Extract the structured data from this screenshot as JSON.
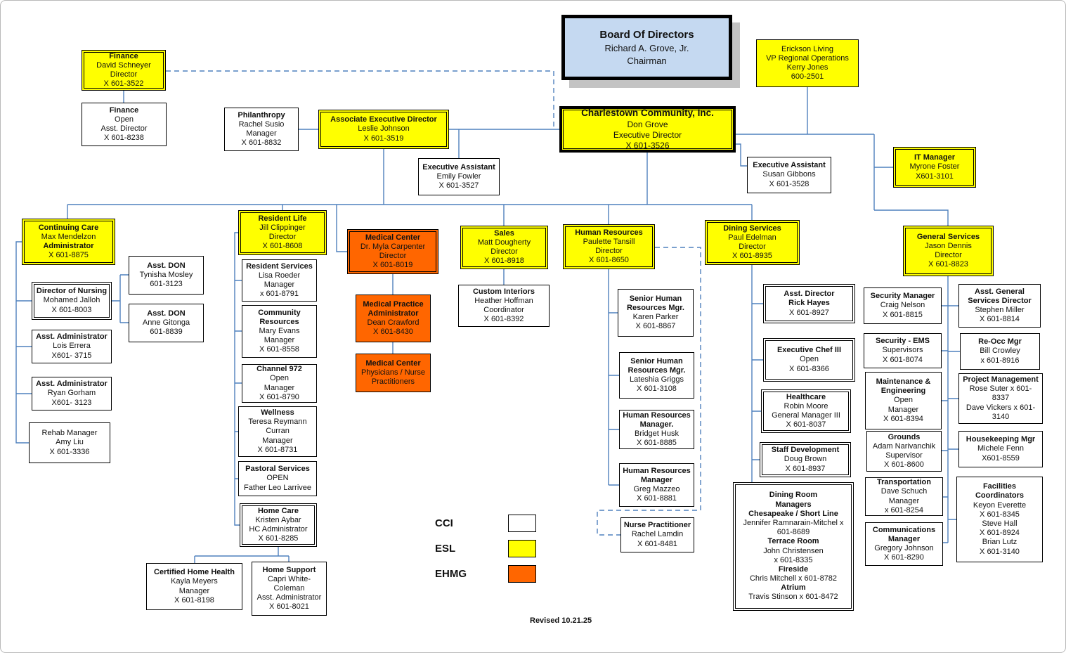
{
  "colors": {
    "cci": "#FFFFFF",
    "esl": "#FFFF00",
    "ehmg": "#FF6600",
    "board_fill": "#C5D9F1",
    "connector": "#4F81BD"
  },
  "legend": {
    "items": [
      {
        "label": "CCI",
        "color": "#FFFFFF"
      },
      {
        "label": "ESL",
        "color": "#FFFF00"
      },
      {
        "label": "EHMG",
        "color": "#FF6600"
      }
    ]
  },
  "footer": {
    "revised": "Revised 10.21.25"
  },
  "boxes": {
    "board": {
      "l": [
        "Board Of Directors",
        "Richard A. Grove, Jr.",
        "Chairman"
      ]
    },
    "erickson": {
      "l": [
        "Erickson Living",
        "VP Regional Operations",
        "Kerry Jones",
        "600-2501"
      ]
    },
    "finance_dir": {
      "l": [
        "Finance",
        "David Schneyer",
        "Director",
        "X 601-3522"
      ]
    },
    "finance_asst": {
      "l": [
        "Finance",
        "Open",
        "Asst. Director",
        "X 601-8238"
      ]
    },
    "philanthropy": {
      "l": [
        "Philanthropy",
        "Rachel Susio",
        "Manager",
        "X 601-8832"
      ]
    },
    "assoc_exec": {
      "l": [
        "Associate Executive Director",
        "Leslie Johnson",
        "X 601-3519"
      ]
    },
    "ea_fowler": {
      "l": [
        "Executive Assistant",
        "Emily Fowler",
        "X 601-3527"
      ]
    },
    "charlestown": {
      "l": [
        "Charlestown Community, Inc.",
        "Don Grove",
        "Executive Director",
        "X 601-3526"
      ]
    },
    "ea_gibbons": {
      "l": [
        "Executive Assistant",
        "Susan Gibbons",
        "X 601-3528"
      ]
    },
    "it_mgr": {
      "l": [
        "IT Manager",
        "Myrone Foster",
        "X601-3101"
      ]
    },
    "continuing_care": {
      "l": [
        "Continuing Care",
        "Max Mendelzon",
        "Administrator",
        "X 601-8875"
      ]
    },
    "don": {
      "l": [
        "Director of Nursing",
        "Mohamed Jalloh",
        "X 601-8003"
      ]
    },
    "asst_don1": {
      "l": [
        "Asst. DON",
        "Tynisha Mosley",
        "601-3123"
      ]
    },
    "asst_don2": {
      "l": [
        "Asst. DON",
        "Anne Gitonga",
        "601-8839"
      ]
    },
    "asst_admin1": {
      "l": [
        "Asst. Administrator",
        "Lois Errera",
        "X601- 3715"
      ]
    },
    "asst_admin2": {
      "l": [
        "Asst. Administrator",
        "Ryan Gorham",
        "X601- 3123"
      ]
    },
    "rehab": {
      "l": [
        "Rehab Manager",
        "Amy Liu",
        "X 601-3336"
      ]
    },
    "resident_life": {
      "l": [
        "Resident Life",
        "Jill Clippinger",
        "Director",
        "X 601-8608"
      ]
    },
    "resident_services": {
      "l": [
        "Resident Services",
        "Lisa Roeder",
        "Manager",
        "x 601-8791"
      ]
    },
    "community_resources": {
      "l": [
        "Community",
        "Resources",
        "Mary Evans",
        "Manager",
        "X 601-8558"
      ]
    },
    "channel972": {
      "l": [
        "Channel 972",
        "Open",
        "Manager",
        "X 601-8790"
      ]
    },
    "wellness": {
      "l": [
        "Wellness",
        "Teresa Reymann",
        "Curran",
        "Manager",
        "X 601-8731"
      ]
    },
    "pastoral": {
      "l": [
        "Pastoral Services",
        "OPEN",
        "Father Leo Larrivee"
      ]
    },
    "home_care": {
      "l": [
        "Home Care",
        "Kristen Aybar",
        "HC Administrator",
        "X 601-8285"
      ]
    },
    "chh": {
      "l": [
        "Certified Home Health",
        "Kayla Meyers",
        "Manager",
        "X 601-8198"
      ]
    },
    "home_support": {
      "l": [
        "Home Support",
        "Capri White-",
        "Coleman",
        "Asst. Administrator",
        "X 601-8021"
      ]
    },
    "medical_center": {
      "l": [
        "Medical Center",
        "Dr. Myla Carpenter",
        "Director",
        "X 601-8019"
      ]
    },
    "med_practice": {
      "l": [
        "Medical Practice",
        "Administrator",
        "Dean Crawford",
        "X 601-8430"
      ]
    },
    "med_phys": {
      "l": [
        "Medical Center",
        "Physicians / Nurse",
        "Practitioners"
      ]
    },
    "sales": {
      "l": [
        "Sales",
        "Matt Dougherty",
        "Director",
        "X 601-8918"
      ]
    },
    "custom_interiors": {
      "l": [
        "Custom Interiors",
        "Heather Hoffman",
        "Coordinator",
        "X 601-8392"
      ]
    },
    "hr": {
      "l": [
        "Human Resources",
        "Paulette Tansill",
        "Director",
        "X 601-8650"
      ]
    },
    "sr_hr1": {
      "l": [
        "Senior Human",
        "Resources Mgr.",
        "Karen Parker",
        "X 601-8867"
      ]
    },
    "sr_hr2": {
      "l": [
        "Senior Human",
        "Resources Mgr.",
        "Lateshia Griggs",
        "X 601-3108"
      ]
    },
    "hr_mgr1": {
      "l": [
        "Human Resources",
        "Manager.",
        "Bridget Husk",
        "X 601-8885"
      ]
    },
    "hr_mgr2": {
      "l": [
        "Human Resources",
        "Manager",
        "Greg Mazzeo",
        "X 601-8881"
      ]
    },
    "nurse_pract": {
      "l": [
        "Nurse Practitioner",
        "Rachel Lamdin",
        "X 601-8481"
      ]
    },
    "dining": {
      "l": [
        "Dining Services",
        "Paul Edelman",
        "Director",
        "X 601-8935"
      ]
    },
    "dining_asst": {
      "l": [
        "Asst. Director",
        "Rick Hayes",
        "X 601-8927"
      ]
    },
    "exec_chef": {
      "l": [
        "Executive Chef III",
        "Open",
        "X 601-8366"
      ]
    },
    "healthcare": {
      "l": [
        "Healthcare",
        "Robin Moore",
        "General Manager III",
        "X 601-8037"
      ]
    },
    "staff_dev": {
      "l": [
        "Staff Development",
        "Doug Brown",
        "X 601-8937"
      ]
    },
    "dining_room": {
      "l": [
        "Dining Room",
        "Managers",
        "Chesapeake / Short Line",
        "Jennifer Ramnarain-Mitchel x",
        "601-8689",
        "Terrace Room",
        "John Christensen",
        "x 601-8335",
        "Fireside",
        "Chris Mitchell x 601-8782",
        "Atrium",
        "Travis Stinson x 601-8472"
      ]
    },
    "security_mgr": {
      "l": [
        "Security Manager",
        "Craig Nelson",
        "X 601-8815"
      ]
    },
    "security_ems": {
      "l": [
        "Security - EMS",
        "Supervisors",
        "X 601-8074"
      ]
    },
    "maint_eng": {
      "l": [
        "Maintenance &",
        "Engineering",
        "Open",
        "Manager",
        "X 601-8394"
      ]
    },
    "grounds": {
      "l": [
        "Grounds",
        "Adam Narivanchik",
        "Supervisor",
        "X 601-8600"
      ]
    },
    "transportation": {
      "l": [
        "Transportation",
        "Dave Schuch",
        "Manager",
        "x 601-8254"
      ]
    },
    "comms": {
      "l": [
        "Communications",
        "Manager",
        "Gregory Johnson",
        "X 601-8290"
      ]
    },
    "general_services": {
      "l": [
        "General Services",
        "Jason Dennis",
        "Director",
        "X 601-8823"
      ]
    },
    "asst_gs": {
      "l": [
        "Asst. General",
        "Services Director",
        "Stephen Miller",
        "X 601-8814"
      ]
    },
    "reocc": {
      "l": [
        "Re-Occ Mgr",
        "Bill Crowley",
        "x 601-8916"
      ]
    },
    "proj_mgmt": {
      "l": [
        "Project Management",
        "Rose Suter x 601-",
        "8337",
        "Dave Vickers x 601-",
        "3140"
      ]
    },
    "housekeeping": {
      "l": [
        "Housekeeping Mgr",
        "Michele Fenn",
        "X601-8559"
      ]
    },
    "facilities": {
      "l": [
        "Facilities",
        "Coordinators",
        "Keyon Everette",
        "X 601-8345",
        "Steve Hall",
        "X 601-8924",
        "Brian Lutz",
        "X 601-3140"
      ]
    }
  }
}
